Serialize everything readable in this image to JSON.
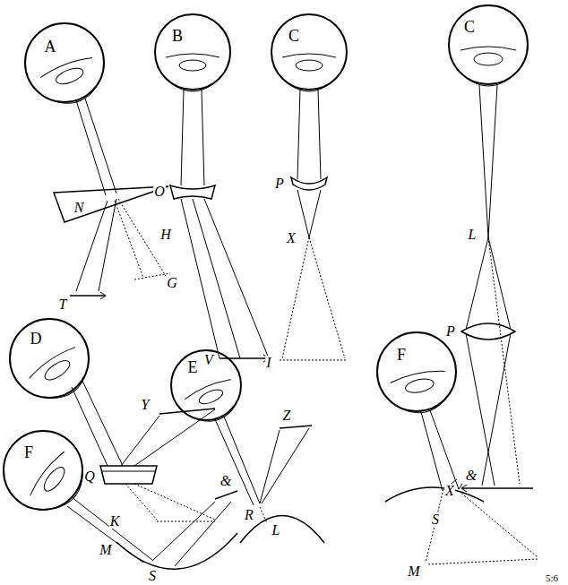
{
  "diagram": {
    "nodes": [
      {
        "text": [
          "A"
        ]
      },
      {
        "text": [
          "B"
        ]
      },
      {
        "text": [
          "C"
        ]
      },
      {
        "text": [
          "C"
        ]
      },
      {
        "text": [
          "D"
        ]
      },
      {
        "text": [
          "E"
        ]
      },
      {
        "text": [
          "F"
        ]
      },
      {
        "text": [
          "F"
        ]
      }
    ],
    "labels": [
      "N",
      "T",
      "G",
      "O",
      "H",
      "V",
      "P",
      "X",
      "I",
      "L",
      "P",
      "X",
      "Y",
      "Q",
      "K",
      "Z",
      "R",
      "L",
      "&",
      "M",
      "S",
      "&",
      "S",
      "M",
      "5:6"
    ]
  }
}
